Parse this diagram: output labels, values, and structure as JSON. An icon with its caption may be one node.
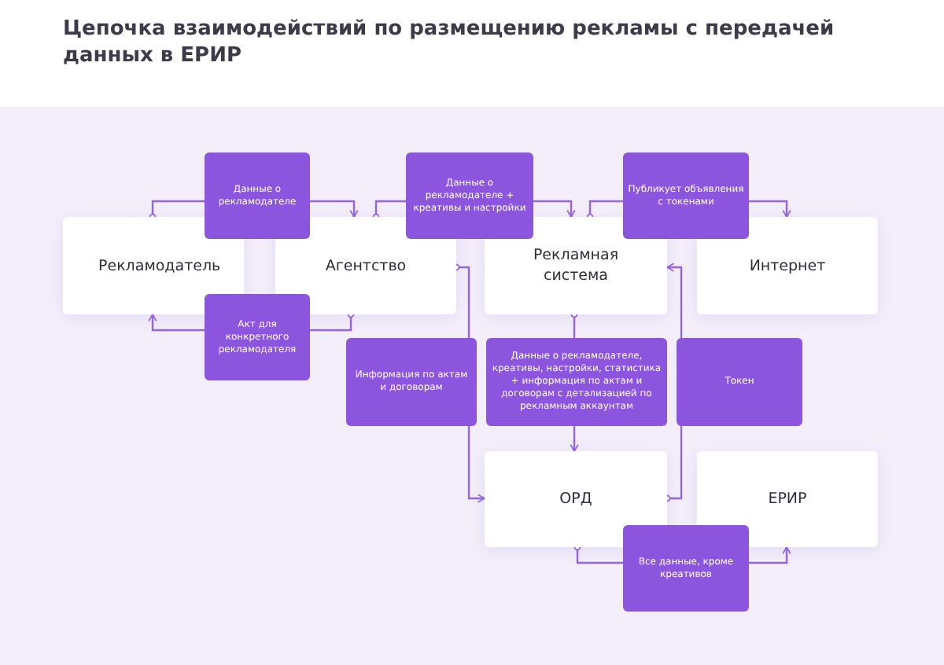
{
  "diagram": {
    "title": "Цепочка взаимодействий по размещению рекламы с передачей данных в ЕРИР",
    "nodes": [
      {
        "text": [
          "Рекламодатель"
        ]
      },
      {
        "text": [
          "Агентство"
        ]
      },
      {
        "text": [
          "Рекламная система"
        ]
      },
      {
        "text": [
          "Интернет"
        ]
      },
      {
        "text": [
          "ОРД"
        ]
      },
      {
        "text": [
          "ЕРИР"
        ]
      }
    ],
    "edges": [
      {
        "from": 0,
        "to": 1,
        "arrow": "to",
        "label": "Данные о рекламодателе"
      },
      {
        "from": 1,
        "to": 0,
        "arrow": "to",
        "label": "Акт для конкретного рекламодателя"
      },
      {
        "from": 1,
        "to": 2,
        "arrow": "to",
        "label": "Данные о рекламодателе + креативы и настройки"
      },
      {
        "from": 2,
        "to": 3,
        "arrow": "to",
        "label": "Публикует объявления с токенами"
      },
      {
        "from": 1,
        "to": 4,
        "arrow": "to",
        "label": "Информация по актам и договорам"
      },
      {
        "from": 2,
        "to": 4,
        "arrow": "to",
        "label": "Данные о рекламодателе, креативы, настройки, статистика + информация по актам и договорам с детализацией по рекламным аккаунтам"
      },
      {
        "from": 4,
        "to": 2,
        "arrow": "to",
        "label": "Токен"
      },
      {
        "from": 4,
        "to": 5,
        "arrow": "to",
        "label": "Все данные, кроме креативов"
      }
    ]
  }
}
